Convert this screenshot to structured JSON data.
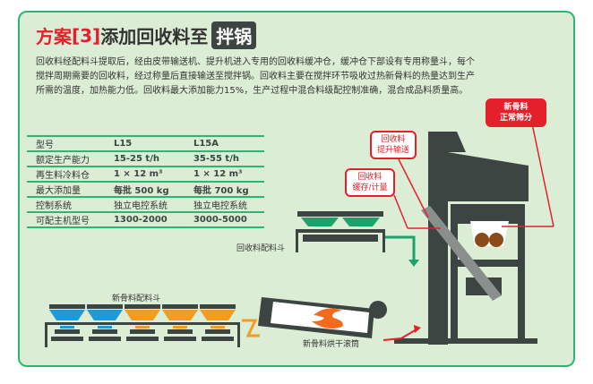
{
  "title": {
    "prefix": "方案",
    "number": "[3]",
    "main": "添加回收料至",
    "badge": "拌锅"
  },
  "description": "回收料经配料斗提取后，经由皮带输送机、提升机进入专用的回收料缓冲仓，缓冲仓下部设有专用称量斗，每个搅拌周期需要的回收料，经过称量后直接输送至搅拌锅。回收料主要在搅拌环节吸收过热新骨料的热量达到生产所需的温度，加热能力低。回收料最大添加能力15%，生产过程中混合料级配控制准确，混合成品料质量高。",
  "spec_table": {
    "rows": [
      [
        "型号",
        "L15",
        "L15A"
      ],
      [
        "额定生产能力",
        "15-25 t/h",
        "35-55 t/h"
      ],
      [
        "再生料冷料仓",
        "1 × 12 m³",
        "1 × 12 m³"
      ],
      [
        "最大添加量",
        "每批 500 kg",
        "每批 700 kg"
      ],
      [
        "控制系统",
        "独立电控系统",
        "独立电控系统"
      ],
      [
        "可配主机型号",
        "1300-2000",
        "3000-5000"
      ]
    ]
  },
  "diagram": {
    "new_aggregate_screening": "新骨料\n正常筛分",
    "recycled_lift": "回收料\n提升输送",
    "recycled_buffer": "回收料\n缓存/计量",
    "recycled_hopper": "回收料配料斗",
    "new_aggregate_hopper": "新骨料配料斗",
    "dryer": "新骨料烘干滚筒"
  },
  "colors": {
    "accent": "#2bb673",
    "red": "#e6202a",
    "dark": "#3d4543",
    "blue": "#1e9ad6",
    "orange": "#f39c1e"
  }
}
